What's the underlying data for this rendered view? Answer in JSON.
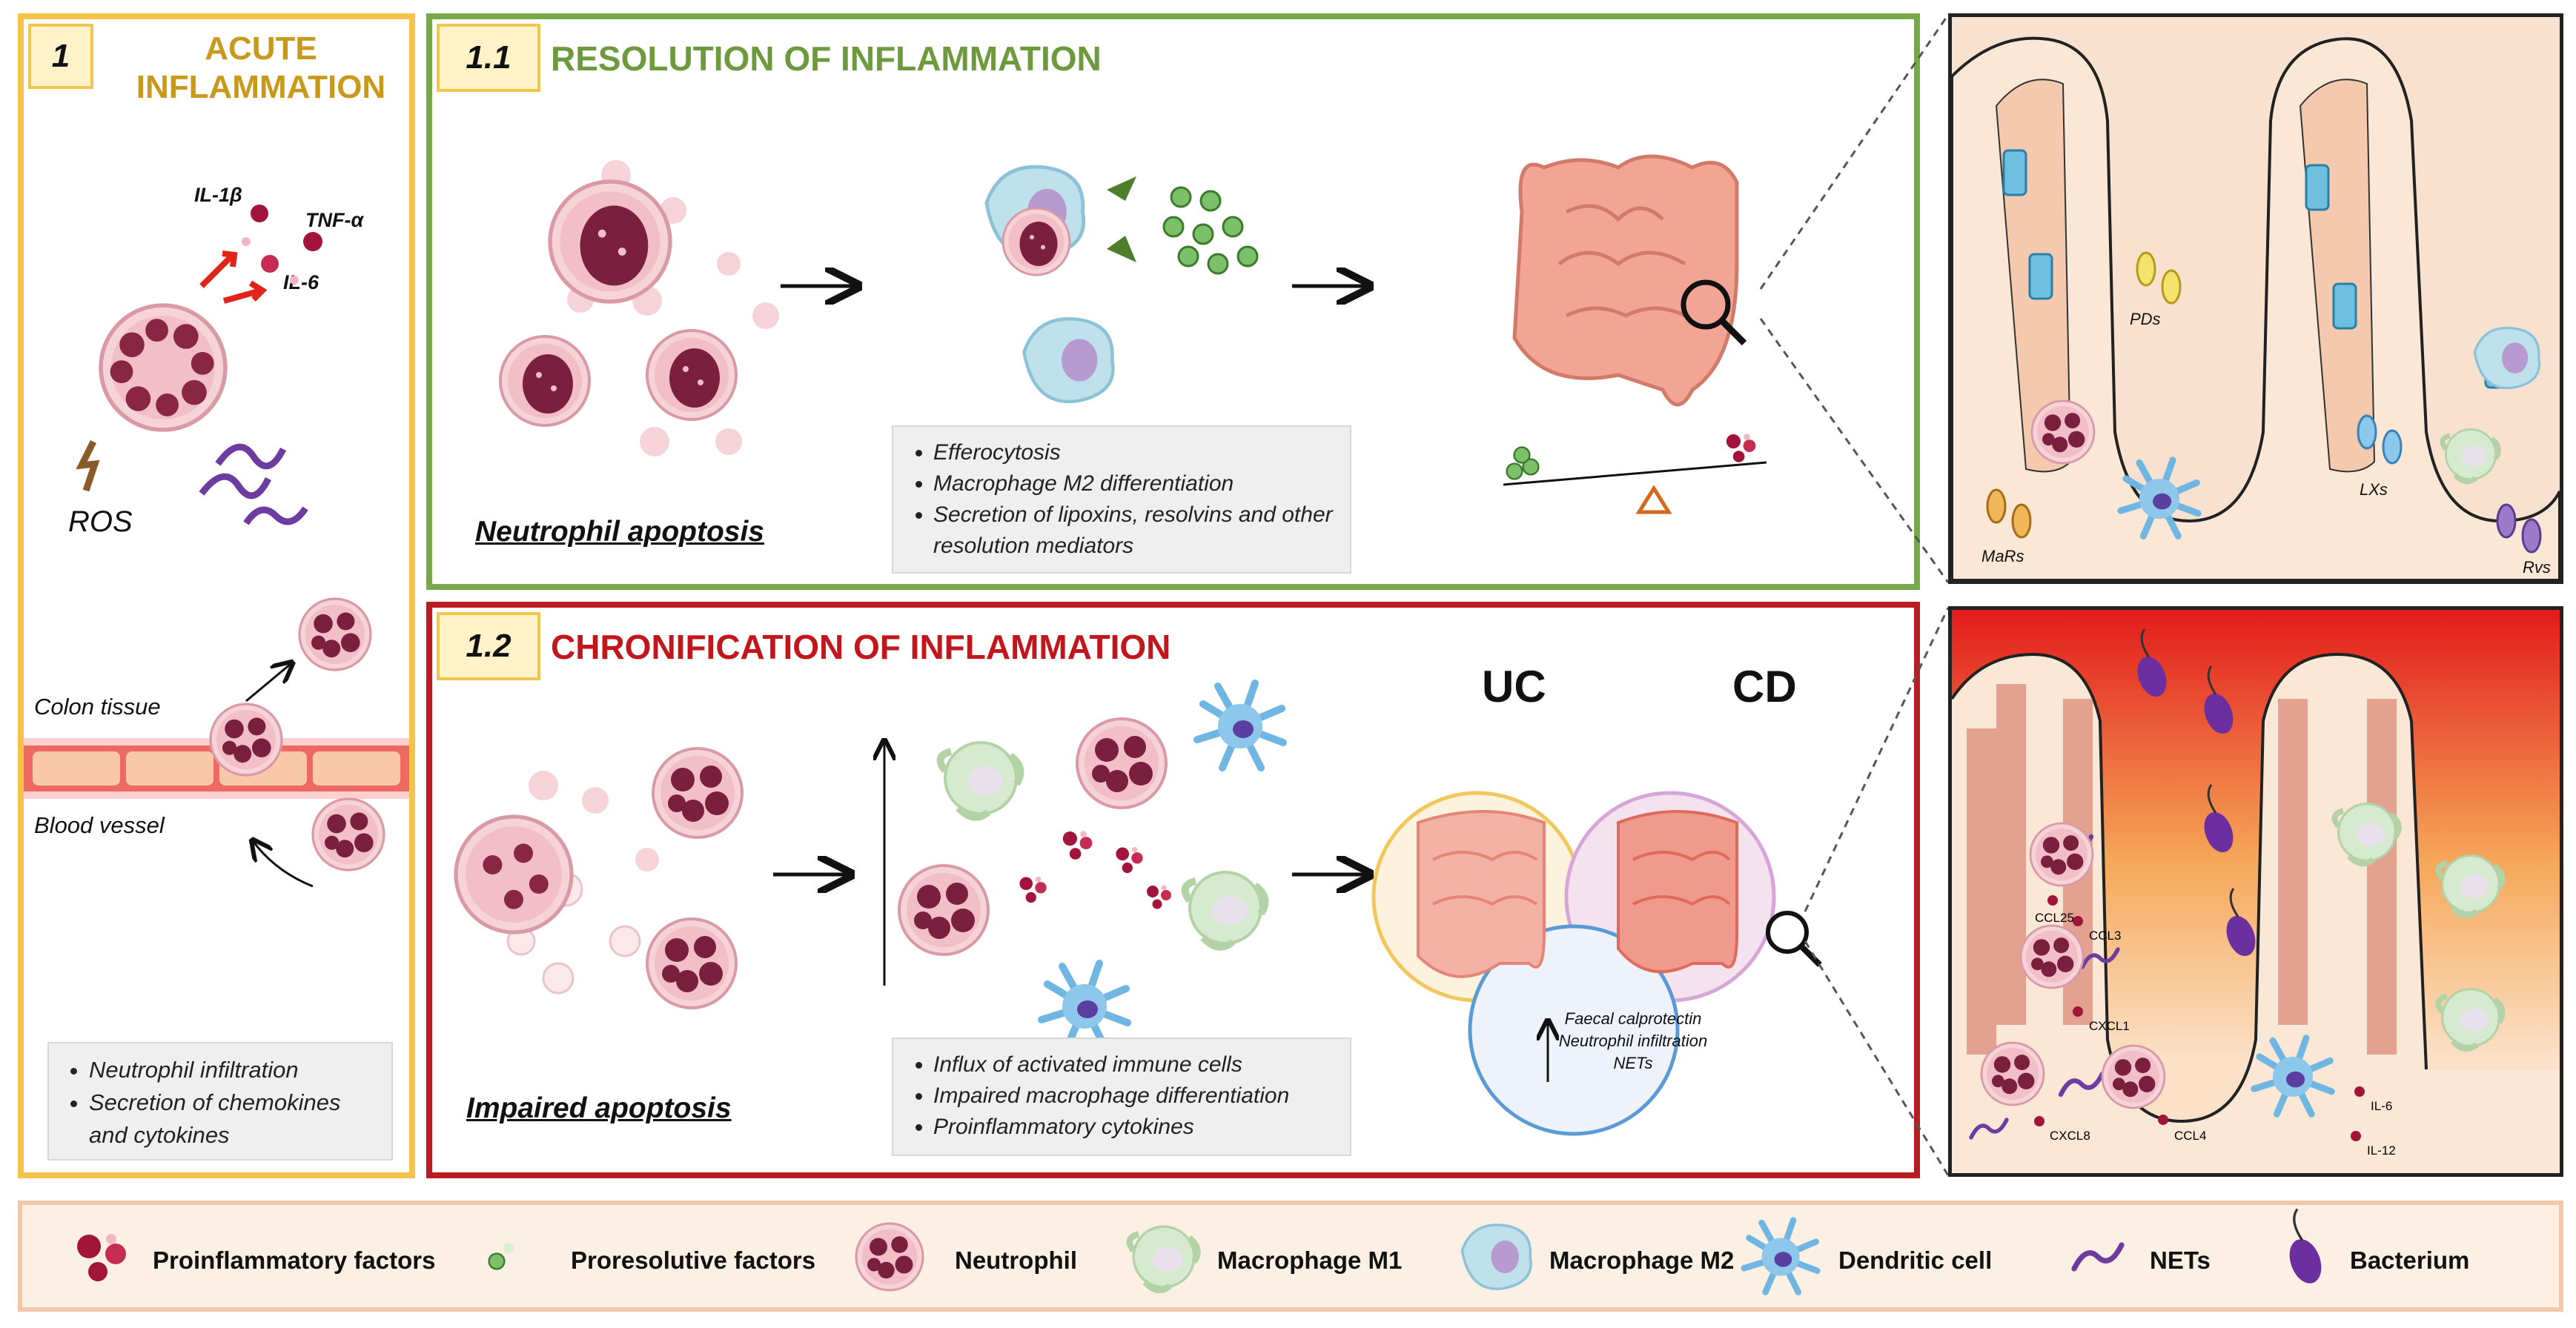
{
  "panel1": {
    "number": "1",
    "title_line1": "ACUTE",
    "title_line2": "INFLAMMATION",
    "cytokine_il1b": "IL-1β",
    "cytokine_tnf": "TNF-α",
    "cytokine_il6": "IL-6",
    "ros_label": "ROS",
    "colon_tissue_label": "Colon tissue",
    "blood_vessel_label": "Blood vessel",
    "box_items": [
      "Neutrophil infiltration",
      "Secretion of chemokines and cytokines"
    ]
  },
  "panel11": {
    "number": "1.1",
    "title": "RESOLUTION OF INFLAMMATION",
    "caption": "Neutrophil apoptosis",
    "box_items": [
      "Efferocytosis",
      "Macrophage M2 differentiation",
      "Secretion of lipoxins, resolvins and other resolution mediators"
    ]
  },
  "panel12": {
    "number": "1.2",
    "title": "CHRONIFICATION OF INFLAMMATION",
    "caption": "Impaired  apoptosis",
    "box_items": [
      "Influx of activated immune cells",
      "Impaired macrophage differentiation",
      "Proinflammatory cytokines"
    ],
    "uc_label": "UC",
    "cd_label": "CD",
    "circle_text_line1": "Faecal calprotectin",
    "circle_text_line2": "Neutrophil infiltration",
    "circle_text_line3": "NETs"
  },
  "zoom1": {
    "pds": "PDs",
    "lxs": "LXs",
    "mars": "MaRs",
    "rvs": "Rvs"
  },
  "zoom2": {
    "ccl25": "CCL25",
    "ccl3": "CCL3",
    "cxcl1": "CXCL1",
    "cxcl8": "CXCL8",
    "ccl4": "CCL4",
    "il6": "IL-6",
    "il12": "IL-12"
  },
  "legend": {
    "proinflammatory": "Proinflammatory factors",
    "proresolutive": "Proresolutive factors",
    "neutrophil": "Neutrophil",
    "macrophage_m1": "Macrophage M1",
    "macrophage_m2": "Macrophage M2",
    "dendritic": "Dendritic cell",
    "nets": "NETs",
    "bacterium": "Bacterium"
  },
  "colors": {
    "acute": "#f5c24a",
    "resolution": "#77a84a",
    "chronic": "#b91c22",
    "neutrophil": "#f3c2c9",
    "nucleus": "#7a1f3d",
    "proinflammatory": "#a3143a",
    "proresolutive": "#7cc16a"
  }
}
